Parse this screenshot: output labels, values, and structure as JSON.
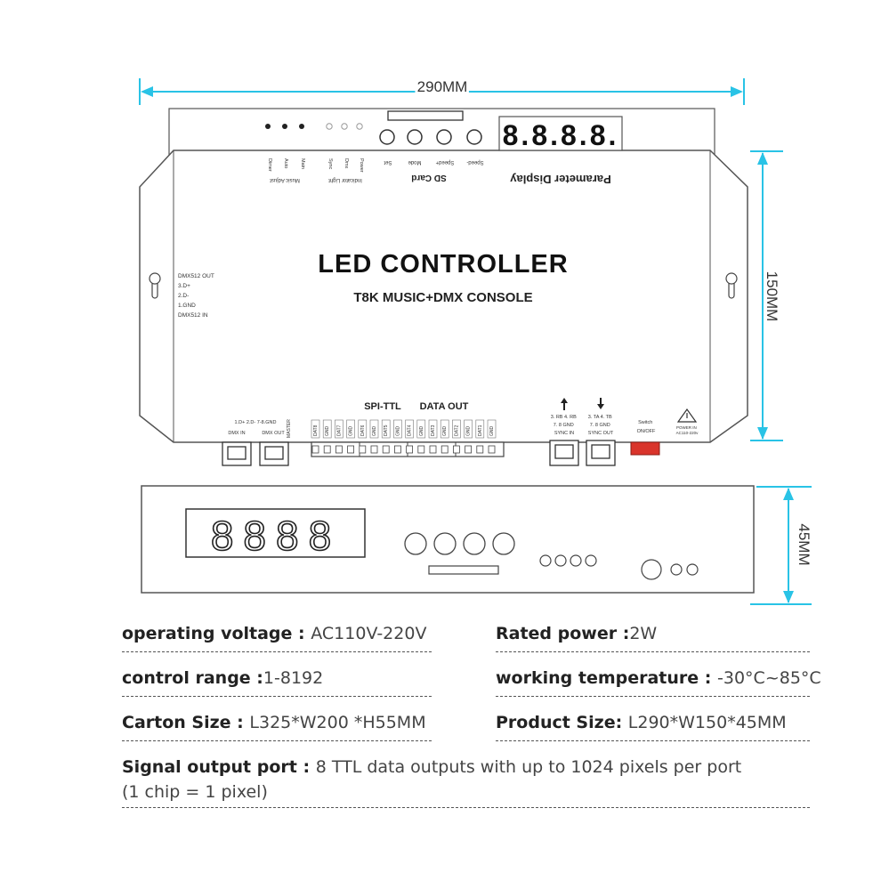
{
  "dimensions": {
    "width_label": "290MM",
    "height_label": "150MM",
    "depth_label": "45MM"
  },
  "device": {
    "title": "LED CONTROLLER",
    "subtitle": "T8K MUSIC+DMX CONSOLE",
    "segment_display": "8.8.8.8.",
    "front_display": "8888",
    "parameter_display": "Parameter Display",
    "sd_card": "SD Card",
    "indicator_light": "Indicator Light",
    "music_adjust": "Music Adjust",
    "button_labels": [
      "Set",
      "Mode",
      "Speed+",
      "Speed-"
    ],
    "music_labels": [
      "Dimer",
      "Auto",
      "Main"
    ],
    "indicator_labels": [
      "Sync",
      "Dmx",
      "Power"
    ],
    "dmx_pinout": [
      "DMX512 OUT",
      "3.D+",
      "2.D-",
      "1.GND",
      "DMX512 IN"
    ],
    "dmx_ports_pinout": "1.D+ 2.D- 7-8.GND",
    "dmx_in": "DMX IN",
    "dmx_out": "DMX OUT",
    "master": "MASTER",
    "spi_ttl": "SPI-TTL",
    "data_out": "DATA OUT",
    "data_ports": [
      "DAT8",
      "GND",
      "DAT7",
      "GND",
      "DAT6",
      "GND",
      "DAT5",
      "GND",
      "DAT4",
      "GND",
      "DAT3",
      "GND",
      "DAT2",
      "GND",
      "DAT1",
      "GND"
    ],
    "sync_in_pins": "3. RB 4. RB 7. 8 GND SYNC IN",
    "sync_out_pins": "3. TA 4. TB 7. 8 GND SYNC OUT",
    "switch_label": "Switch ON/OFF",
    "power_in": "POWER IN AC110-220v"
  },
  "specs": {
    "operating_voltage_label": "operating voltage : ",
    "operating_voltage_value": "AC110V-220V",
    "rated_power_label": "Rated power :",
    "rated_power_value": "2W",
    "control_range_label": "control range :",
    "control_range_value": "1-8192",
    "working_temp_label": "working temperature : ",
    "working_temp_value": "-30°C~85°C",
    "carton_size_label": "Carton Size : ",
    "carton_size_value": "L325*W200 *H55MM",
    "product_size_label": "Product Size: ",
    "product_size_value": "L290*W150*45MM",
    "signal_port_label": "Signal output port : ",
    "signal_port_value": "8 TTL data outputs with up to 1024 pixels per port",
    "signal_port_note": "(1 chip = 1 pixel)"
  },
  "colors": {
    "dimension_line": "#29c3e6",
    "outline": "#555555",
    "switch": "#d9342b"
  }
}
